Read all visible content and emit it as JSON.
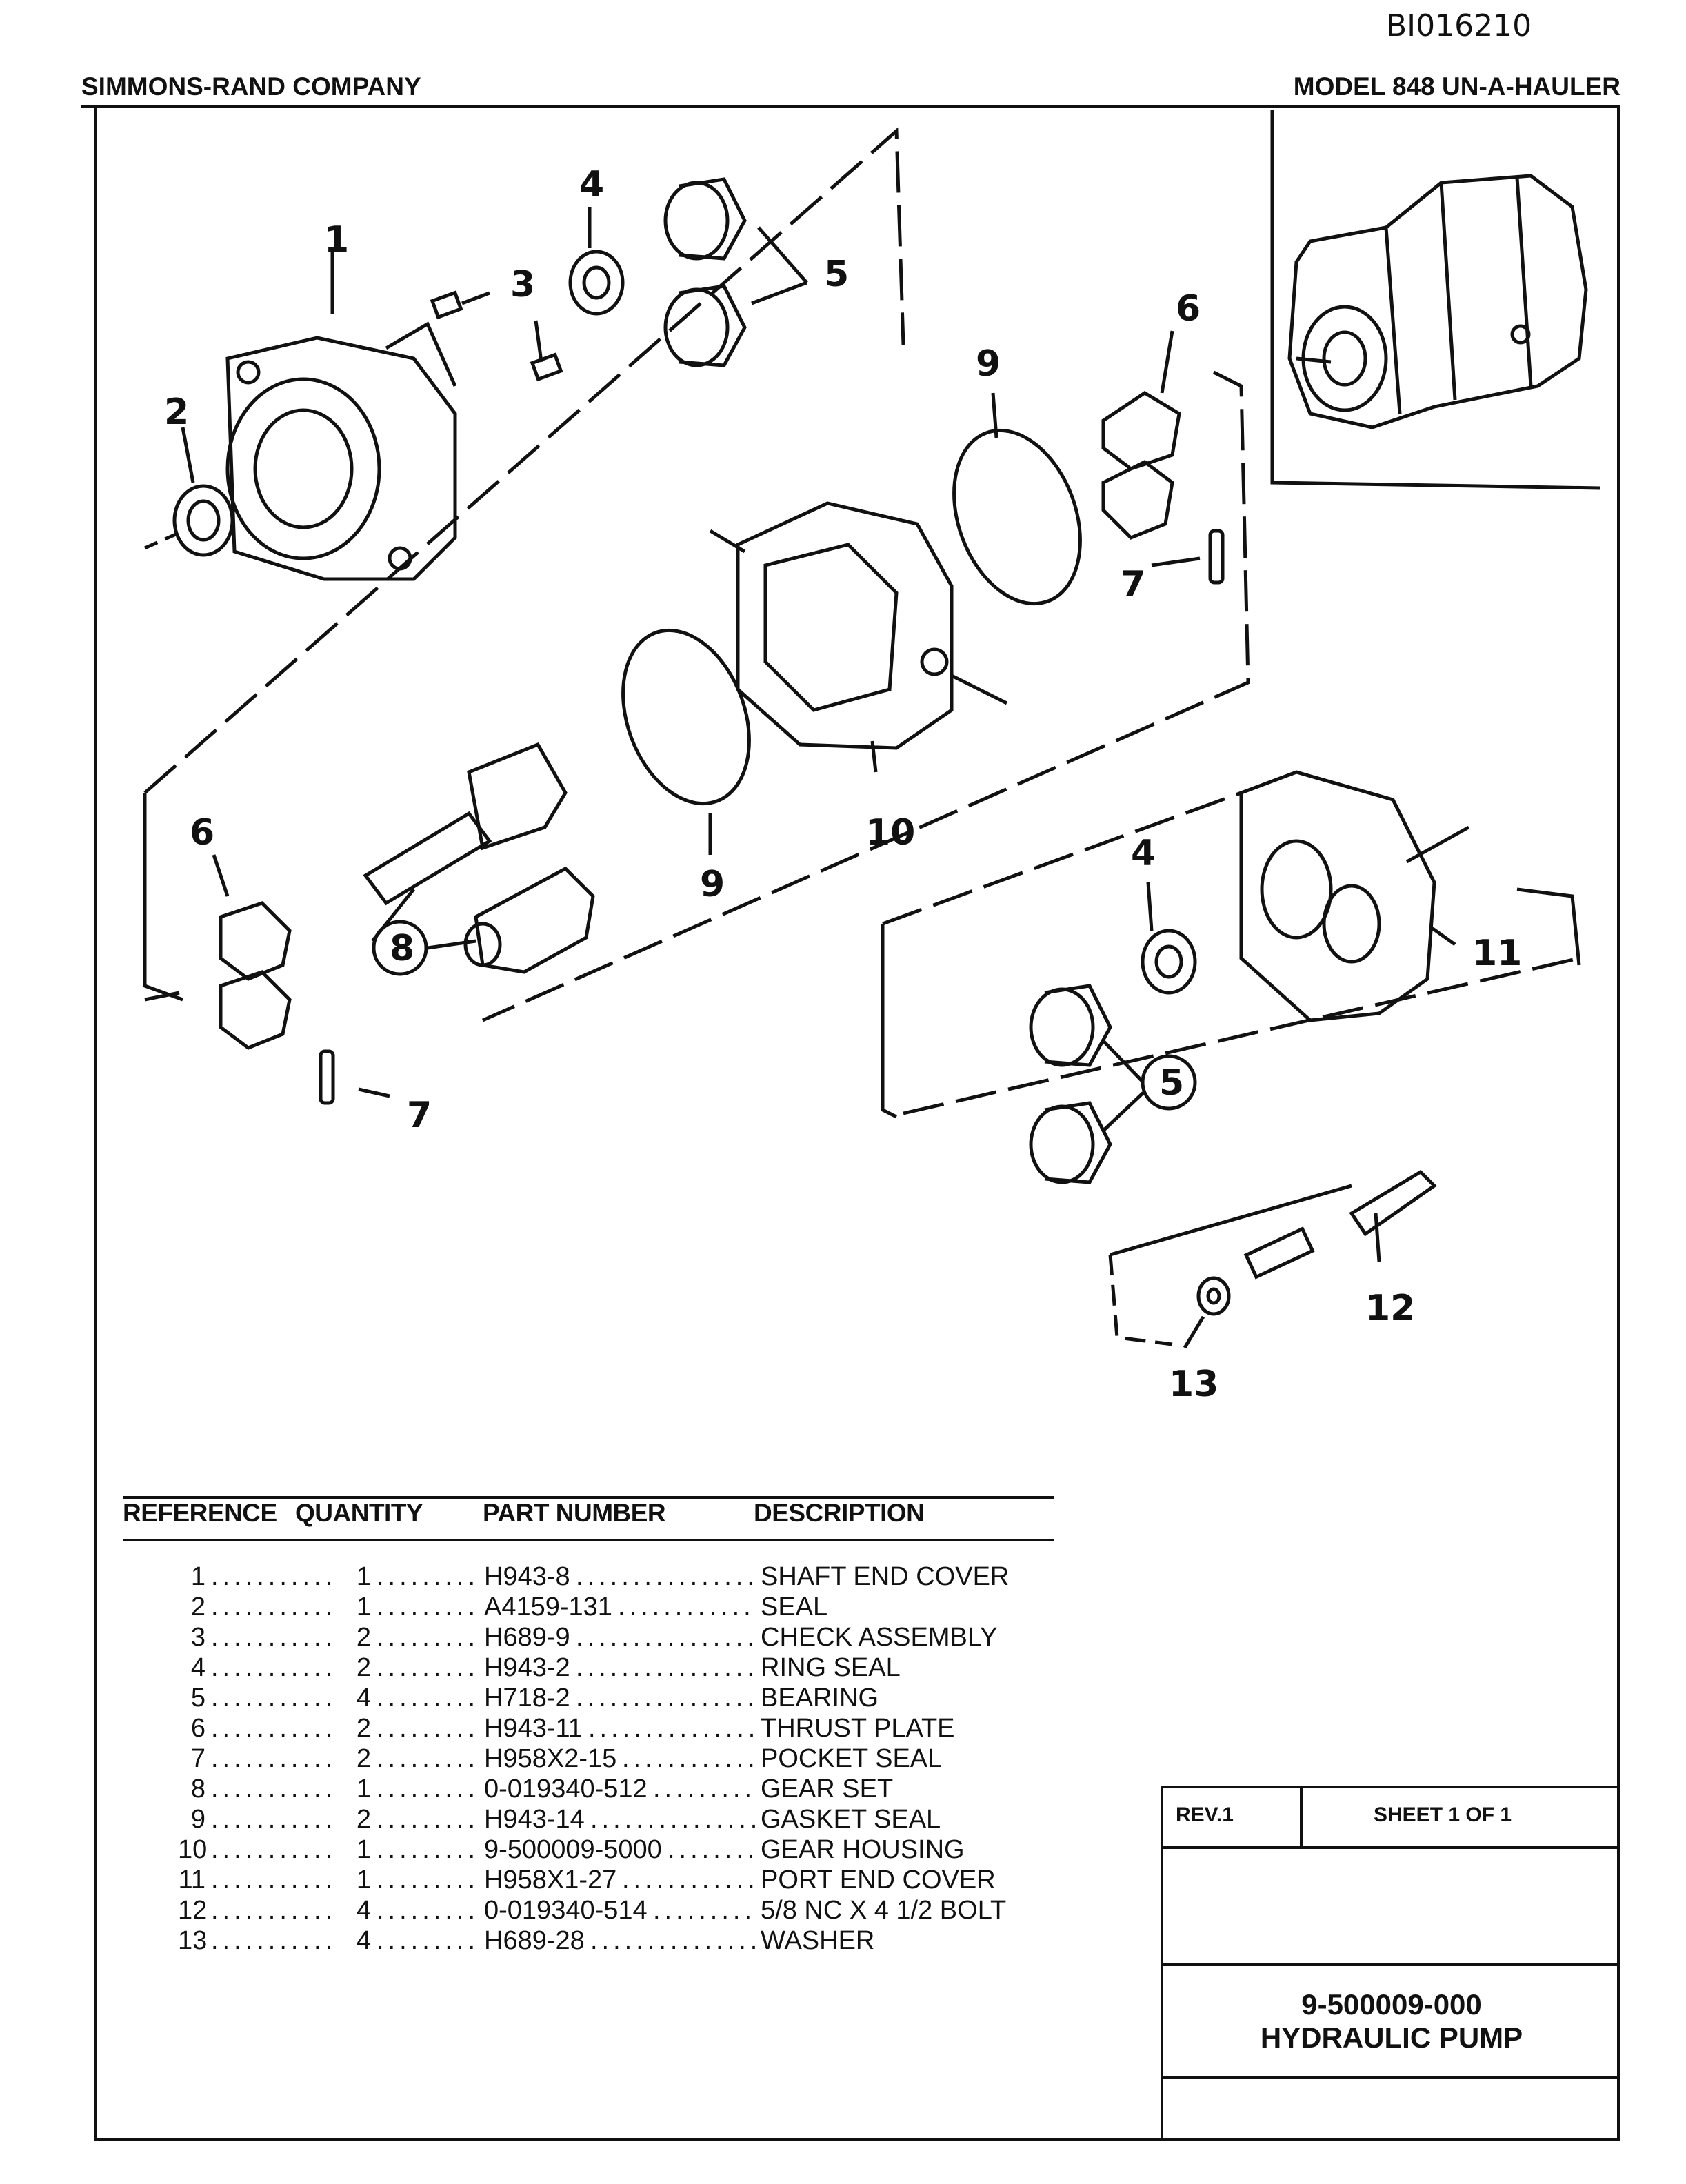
{
  "document_id": "BI016210",
  "header": {
    "company": "SIMMONS-RAND COMPANY",
    "model": "MODEL 848 UN-A-HAULER"
  },
  "diagram": {
    "callouts": [
      "1",
      "2",
      "3",
      "4",
      "5",
      "6",
      "7",
      "8",
      "9",
      "10",
      "11",
      "12",
      "13"
    ]
  },
  "parts_table": {
    "headers": {
      "reference": "REFERENCE",
      "quantity": "QUANTITY",
      "part_number": "PART NUMBER",
      "description": "DESCRIPTION"
    },
    "rows": [
      {
        "ref": "1",
        "qty": "1",
        "part": "H943-8",
        "desc": "SHAFT END COVER"
      },
      {
        "ref": "2",
        "qty": "1",
        "part": "A4159-131",
        "desc": "SEAL"
      },
      {
        "ref": "3",
        "qty": "2",
        "part": "H689-9",
        "desc": "CHECK ASSEMBLY"
      },
      {
        "ref": "4",
        "qty": "2",
        "part": "H943-2",
        "desc": "RING SEAL"
      },
      {
        "ref": "5",
        "qty": "4",
        "part": "H718-2",
        "desc": "BEARING"
      },
      {
        "ref": "6",
        "qty": "2",
        "part": "H943-11",
        "desc": "THRUST PLATE"
      },
      {
        "ref": "7",
        "qty": "2",
        "part": "H958X2-15",
        "desc": "POCKET SEAL"
      },
      {
        "ref": "8",
        "qty": "1",
        "part": "0-019340-512",
        "desc": "GEAR SET"
      },
      {
        "ref": "9",
        "qty": "2",
        "part": "H943-14",
        "desc": "GASKET SEAL"
      },
      {
        "ref": "10",
        "qty": "1",
        "part": "9-500009-5000",
        "desc": "GEAR HOUSING"
      },
      {
        "ref": "11",
        "qty": "1",
        "part": "H958X1-27",
        "desc": "PORT END COVER"
      },
      {
        "ref": "12",
        "qty": "4",
        "part": "0-019340-514",
        "desc": "5/8 NC X 4 1/2 BOLT"
      },
      {
        "ref": "13",
        "qty": "4",
        "part": "H689-28",
        "desc": "WASHER"
      }
    ]
  },
  "title_block": {
    "revision": "REV.1",
    "sheet": "SHEET 1 OF 1",
    "drawing_number": "9-500009-000",
    "title": "HYDRAULIC PUMP"
  }
}
